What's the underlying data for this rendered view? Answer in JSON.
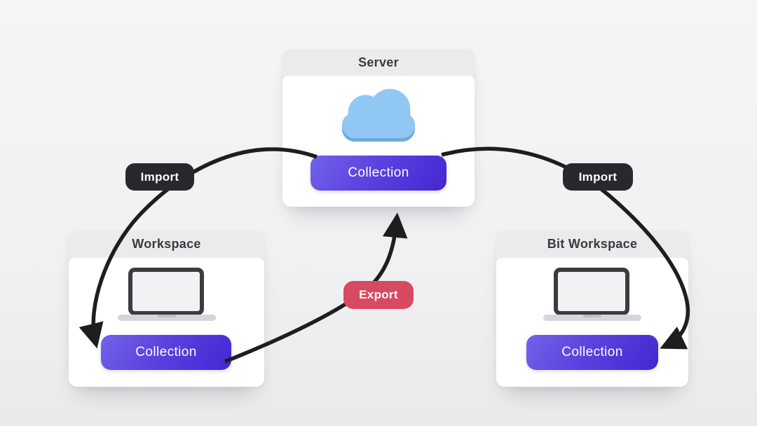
{
  "cards": {
    "server": {
      "title": "Server",
      "icon": "cloud-icon",
      "button_label": "Collection"
    },
    "workspace": {
      "title": "Workspace",
      "icon": "laptop-icon",
      "button_label": "Collection"
    },
    "bit_workspace": {
      "title": "Bit Workspace",
      "icon": "laptop-icon",
      "button_label": "Collection"
    }
  },
  "badges": {
    "import_left": {
      "label": "Import",
      "color": "#28292c"
    },
    "import_right": {
      "label": "Import",
      "color": "#28292c"
    },
    "export": {
      "label": "Export",
      "color": "#d84a61"
    }
  },
  "colors": {
    "background": "#f1f1f3",
    "card_header_bg": "#ebebed",
    "card_body_bg": "#ffffff",
    "title_text": "#3a3a3e",
    "collection_gradient_start": "#7363e8",
    "collection_gradient_end": "#4426d2",
    "collection_text": "#ffffff",
    "cloud_main": "#90c7f3",
    "cloud_shadow": "#6da9dc",
    "laptop_frame": "#3b3b40",
    "laptop_screen": "#f2f2f4",
    "laptop_base": "#d3d7db",
    "arrow": "#1e1e20"
  }
}
